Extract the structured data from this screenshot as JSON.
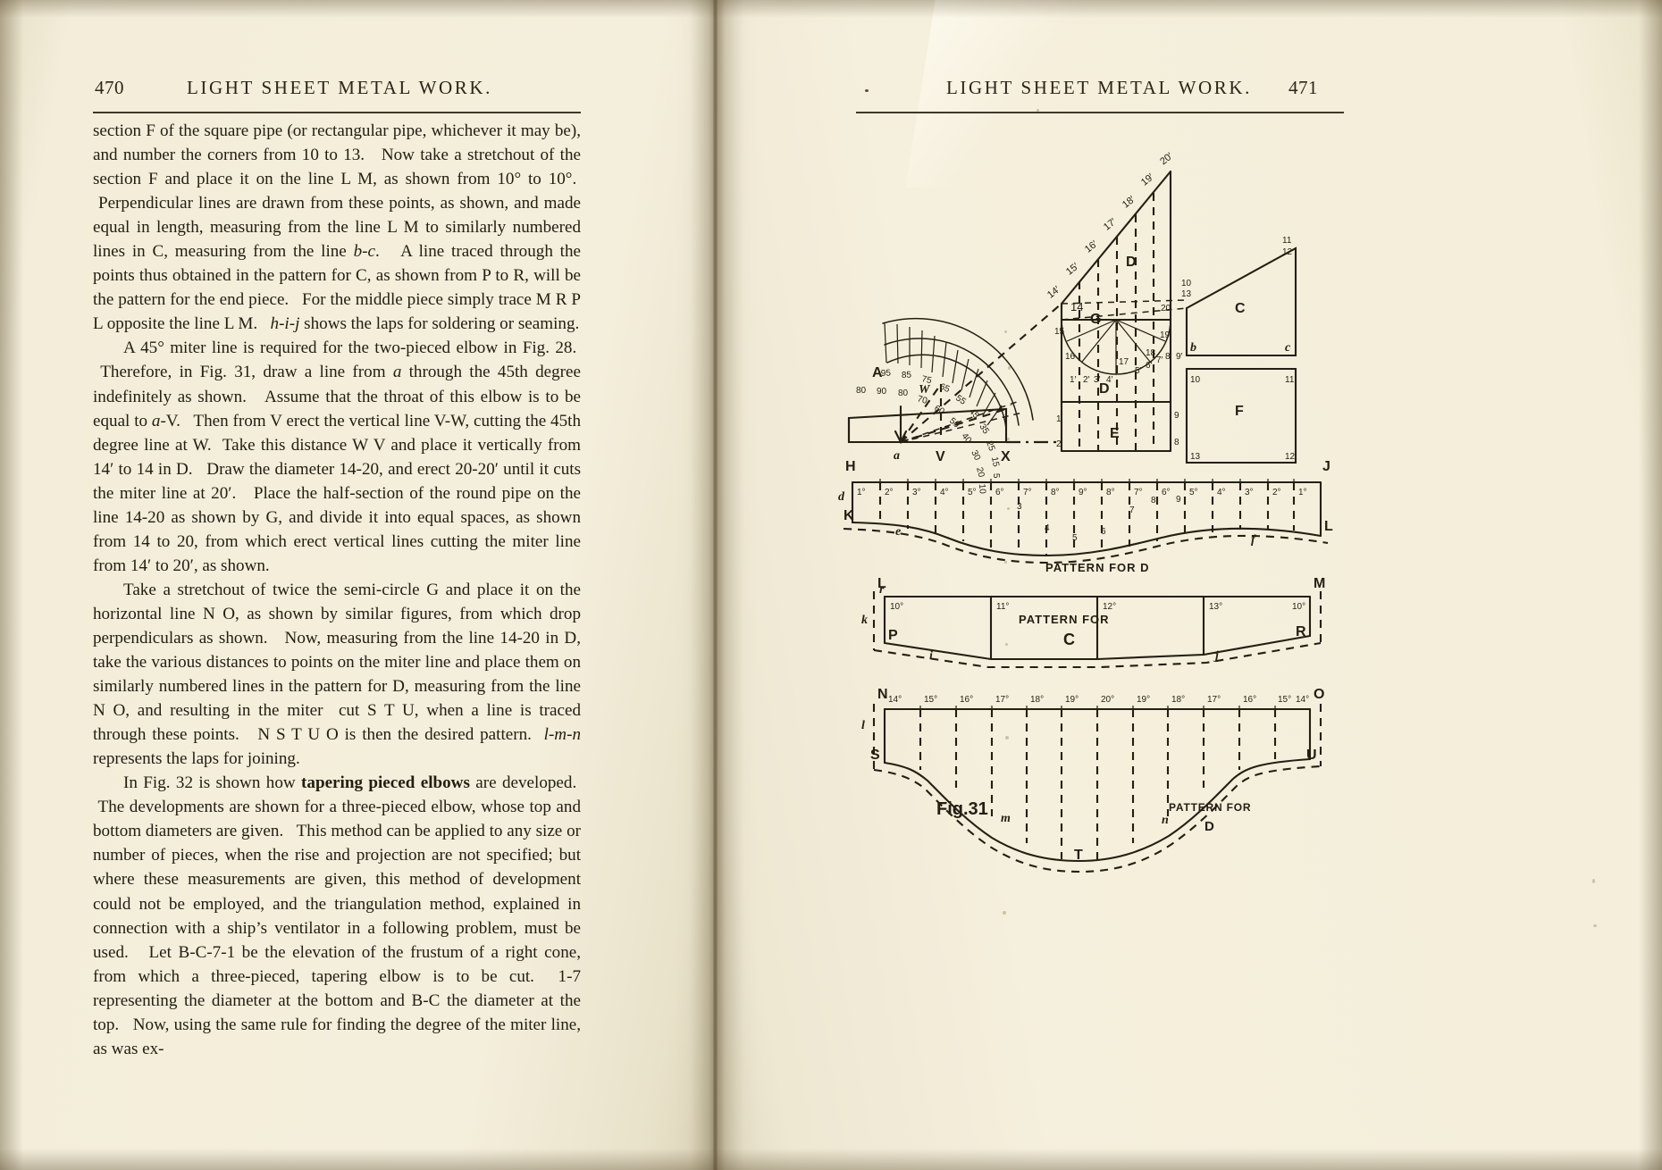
{
  "spread": {
    "left_page": {
      "folio": "470",
      "running_head": "LIGHT SHEET METAL WORK.",
      "paragraphs": [
        "section F of the square pipe (or rectangular pipe, whichever it may be), and number the corners from 10 to 13.   Now take a stretchout of the section F and place it on the line L M, as shown from 10° to 10°.   Perpendicular lines are drawn from these points, as shown, and made equal in length, measuring from the line L M to similarly numbered lines in C, measuring from the line b-c.   A line traced through the points thus obtained in the pattern for C, as shown from P to R, will be the pattern for the end piece.   For the middle piece simply trace M R P L opposite the line L M.   h-i-j shows the laps for soldering or seaming.",
        "A 45° miter line is required for the two-pieced elbow in Fig. 28.   Therefore, in Fig. 31, draw a line from a through the 45th degree indefinitely as shown.   Assume that the throat of this elbow is to be equal to a-V.   Then from V erect the vertical line V-W, cutting the 45th degree line at W.   Take this distance W V and place it vertically from 14′ to 14 in D.   Draw the diameter 14-20, and erect 20-20′ until it cuts the miter line at 20′.   Place the half-section of the round pipe on the line 14-20 as shown by G, and divide it into equal spaces, as shown from 14 to 20, from which erect vertical lines cutting the miter line from 14′ to 20′, as shown.",
        "Take a stretchout of twice the semi-circle G and place it on the horizontal line N O, as shown by similar figures, from which drop perpendiculars as shown.   Now, measuring from the line 14-20 in D, take the various distances to points on the miter line and place them on similarly numbered lines in the pattern for D, measuring from the line N O, and resulting in the miter cut S T U, when a line is traced through these points.   N S T U O is then the desired pattern.   l-m-n represents the laps for joining.",
        "In Fig. 32 is shown how tapering pieced elbows are developed.   The developments are shown for a three-pieced elbow, whose top and bottom diameters are given.   This method can be applied to any size or number of pieces, when the rise and projection are not specified; but where these measurements are given, this method of development could not be employed, and the triangulation method, explained in connection with a ship’s ventilator in a following problem, must be used.   Let B-C-7-1 be the elevation of the frustum of a right cone, from which a three-pieced, tapering elbow is to be cut.   1-7 representing the diameter at the bottom and B-C the diameter at the top.   Now, using the same rule for finding the degree of the miter line, as was ex-"
      ]
    },
    "right_page": {
      "folio": "471",
      "running_head": "LIGHT SHEET METAL WORK."
    }
  },
  "figure": {
    "caption": "Fig.31",
    "protractor": {
      "inner_scale": [
        "95",
        "85",
        "75",
        "65",
        "55",
        "45",
        "35",
        "25",
        "15",
        "5"
      ],
      "outer_scale": [
        "80",
        "90",
        "80",
        "70",
        "60",
        "50",
        "40",
        "30",
        "20",
        "10"
      ]
    },
    "labels": {
      "A": "A",
      "W": "W",
      "a": "a",
      "V": "V",
      "X": "X",
      "C": "C",
      "D_elev": "D",
      "D_sec": "D",
      "E": "E",
      "F": "F",
      "G": "G",
      "H": "H",
      "J": "J",
      "K": "K",
      "L": "L",
      "M": "M",
      "N": "N",
      "O": "O",
      "P": "P",
      "R": "R",
      "S": "S",
      "T": "T",
      "U": "U",
      "b": "b",
      "c": "c",
      "d": "d",
      "e": "e",
      "f": "f",
      "h": "h",
      "i": "i",
      "j": "j",
      "k": "k",
      "l": "l",
      "m": "m",
      "n": "n",
      "r": "r"
    },
    "miter_top_labels": [
      "14′",
      "15′",
      "16′",
      "17′",
      "18′",
      "19′",
      "20′"
    ],
    "elev_left_labels": [
      "14",
      "15",
      "16"
    ],
    "elev_mid_labels": [
      "20",
      "19",
      "18",
      "17"
    ],
    "half_section_labels": [
      "1′",
      "2′",
      "3′",
      "4′",
      "5′",
      "6′",
      "7′",
      "8′",
      "9′"
    ],
    "corner_numbers_upper": [
      "12",
      "11",
      "10",
      "13"
    ],
    "corner_numbers_lower": [
      "1",
      "2",
      "9",
      "8",
      "13",
      "12"
    ],
    "pattern_d_top_row": [
      "1°",
      "2°",
      "3°",
      "4°",
      "5°",
      "6°",
      "7°",
      "8°",
      "9°",
      "8°",
      "7°",
      "6°",
      "5°",
      "4°",
      "3°",
      "2°",
      "1°"
    ],
    "pattern_d_inner_numbers": [
      "3",
      "4",
      "5",
      "6",
      "7",
      "8",
      "9",
      "1",
      "2"
    ],
    "pattern_c_row": [
      "10°",
      "11°",
      "12°",
      "13°",
      "10°"
    ],
    "pattern_lower_row": [
      "14°",
      "15°",
      "16°",
      "17°",
      "18°",
      "19°",
      "20°",
      "19°",
      "18°",
      "17°",
      "16°",
      "15°",
      "14°"
    ],
    "pattern_titles": {
      "pattern_for_d_upper": "PATTERN FOR D",
      "pattern_for_c_line1": "PATTERN FOR",
      "pattern_for_c_line2": "C",
      "pattern_for_d_lower_line1": "PATTERN FOR",
      "pattern_for_d_lower_line2": "D"
    }
  },
  "colors": {
    "ink": "#231d12",
    "paper": "#f4eedc",
    "rule": "#40372a"
  }
}
